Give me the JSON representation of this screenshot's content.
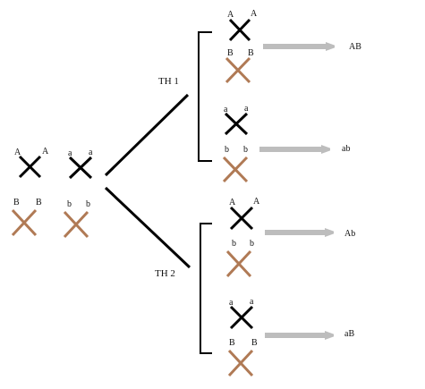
{
  "colors": {
    "dark_chromosome": "#000000",
    "brown_chromosome": "#b07a55",
    "arrow": "#bdbdbd",
    "line": "#000000"
  },
  "parent": {
    "pair1": {
      "top": [
        "A",
        "A"
      ],
      "bottom": [
        "B",
        "B"
      ]
    },
    "pair2": {
      "top": [
        "a",
        "a"
      ],
      "bottom": [
        "b",
        "b"
      ]
    }
  },
  "cases": [
    {
      "label": "TH 1",
      "gametes": [
        {
          "top": [
            "A",
            "A"
          ],
          "bottom": [
            "B",
            "B"
          ],
          "result": "AB"
        },
        {
          "top": [
            "a",
            "a"
          ],
          "bottom": [
            "b",
            "b"
          ],
          "result": "ab"
        }
      ]
    },
    {
      "label": "TH 2",
      "gametes": [
        {
          "top": [
            "A",
            "A"
          ],
          "bottom": [
            "b",
            "b"
          ],
          "result": "Ab"
        },
        {
          "top": [
            "a",
            "a"
          ],
          "bottom": [
            "B",
            "B"
          ],
          "result": "aB"
        }
      ]
    }
  ]
}
